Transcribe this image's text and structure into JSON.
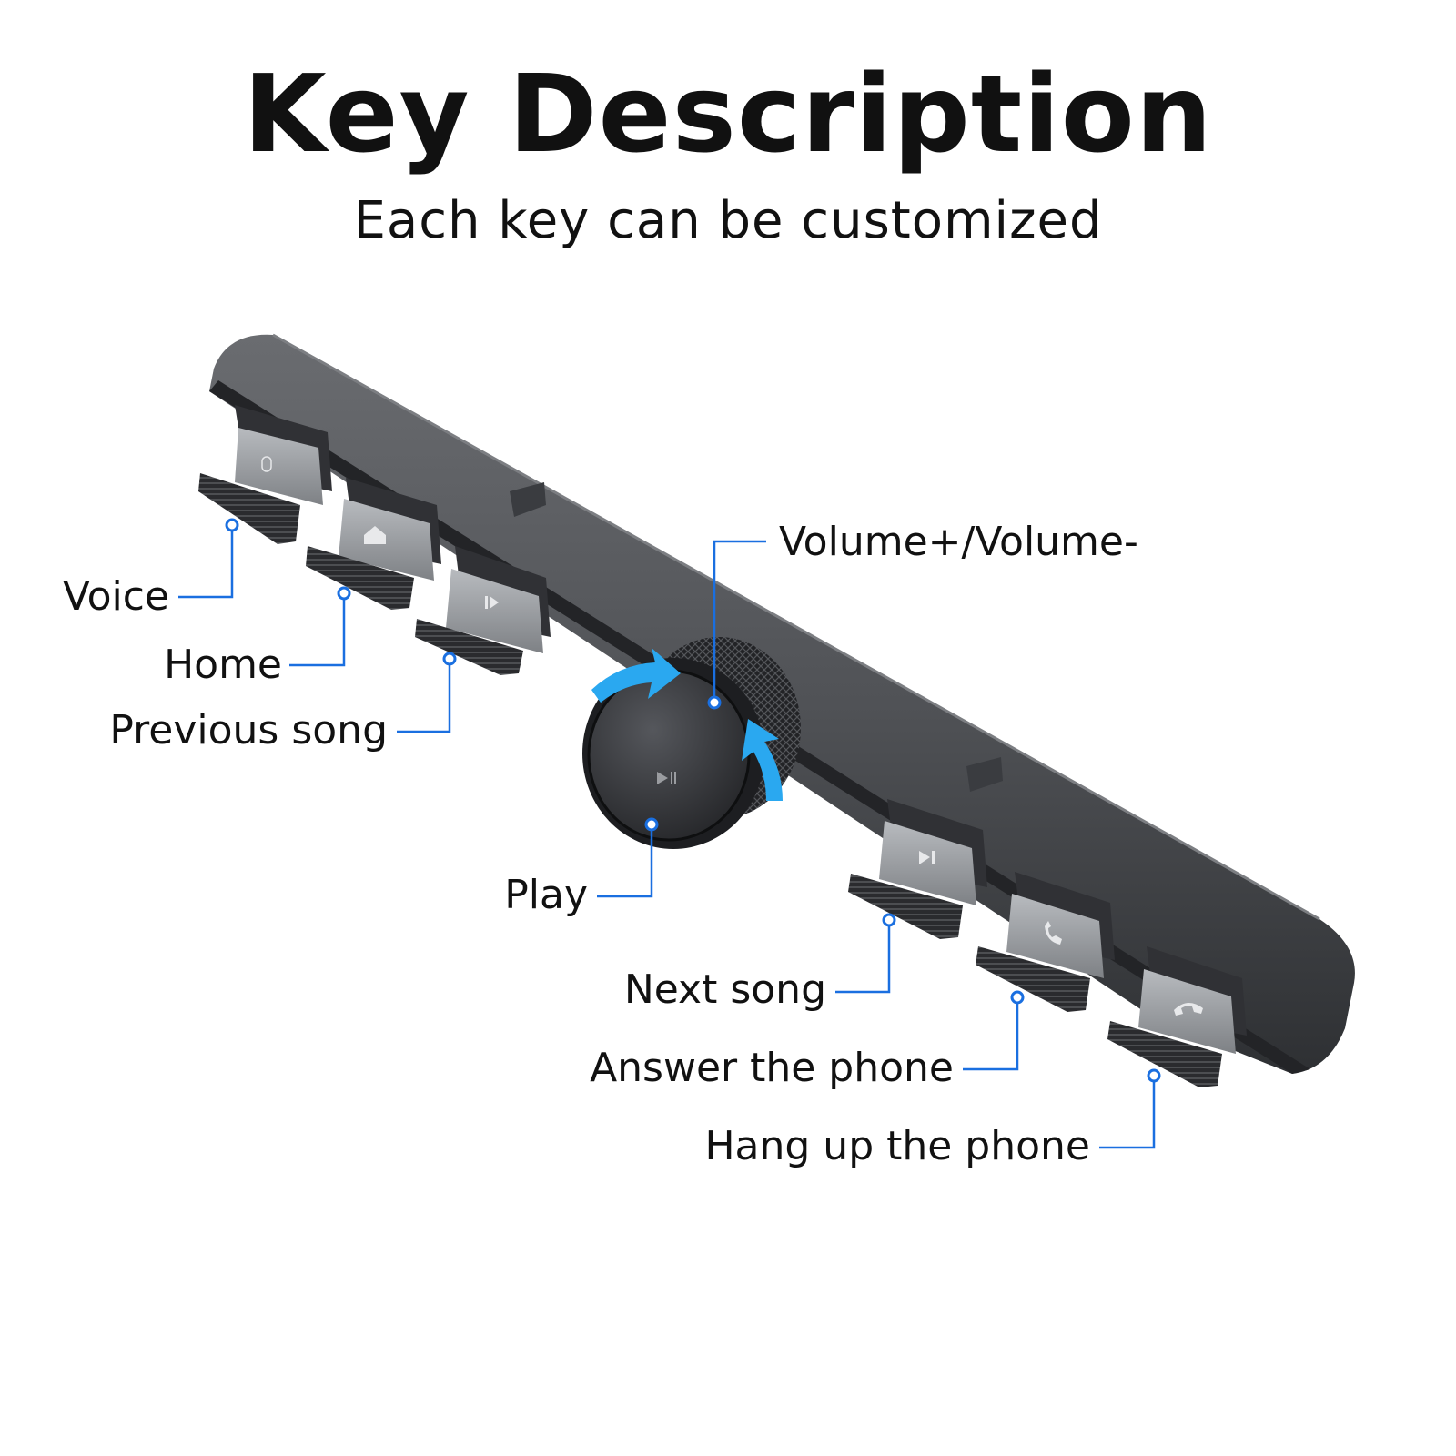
{
  "header": {
    "title": "Key Description",
    "subtitle": "Each key can be customized"
  },
  "colors": {
    "callout_line": "#1a6fe0",
    "arrow": "#2aa8f0",
    "device_body": "#4a4c50"
  },
  "keys": {
    "voice": "Voice",
    "home": "Home",
    "previous_song": "Previous song",
    "play": "Play",
    "volume": "Volume+/Volume-",
    "next_song": "Next song",
    "answer_phone": "Answer the phone",
    "hang_up_phone": "Hang up the phone"
  },
  "icons": {
    "voice_key": "microphone-icon",
    "home_key": "home-icon",
    "previous_key": "previous-icon",
    "play_knob": "play-pause-icon",
    "next_key": "next-icon",
    "answer_key": "phone-answer-icon",
    "hangup_key": "phone-hangup-icon"
  }
}
